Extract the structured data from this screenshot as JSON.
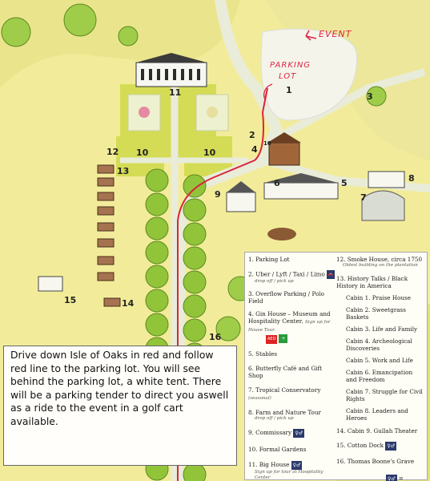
{
  "handwritten": {
    "event": "EVENT",
    "parking_lot_line1": "PARKING",
    "parking_lot_line2": "LOT"
  },
  "map_numbers": {
    "n1": "1",
    "n2": "2",
    "n3": "3",
    "n4": "4",
    "n5": "5",
    "n6": "6",
    "n7": "7",
    "n8": "8",
    "n9": "9",
    "n10a": "10",
    "n10b": "10",
    "n11": "11",
    "n12": "12",
    "n13": "13",
    "n14": "14",
    "n15": "15",
    "n16": "16",
    "n10c": "10"
  },
  "colors": {
    "grass": "#f2ec9a",
    "lawn": "#d4dc55",
    "road": "#e9ecd9",
    "route": "#d8263b",
    "oak": "#92c43a",
    "handwriting": "#e0244a"
  },
  "legend": {
    "left": [
      {
        "text": "1.  Parking Lot"
      },
      {
        "text": "2.  Uber / Lyft / Taxi / Limo",
        "sub": "drop off / pick up"
      },
      {
        "text": "3.  Overflow Parking / Polo Field"
      },
      {
        "text": "4.  Gin House – Museum and Hospitality Center.",
        "sub": "Sign up for House Tour."
      },
      {
        "text": "5.  Stables"
      },
      {
        "text": "6.  Butterfly Café and Gift Shop"
      },
      {
        "text": "7.  Tropical Conservatory",
        "sub": "(seasonal)"
      },
      {
        "text": "8.  Farm and Nature Tour",
        "sub": "drop off / pick up"
      },
      {
        "text": "9.  Commissary"
      },
      {
        "text": "10.  Formal Gardens"
      },
      {
        "text": "11.  Big House",
        "sub": "Sign up for tour at Hospitality Center"
      }
    ],
    "right": [
      {
        "text": "12.  Smoke House, circa 1750",
        "sub": "Oldest building on the plantation"
      },
      {
        "text": "13.  History Talks / Black History in America"
      },
      {
        "text": "Cabin 1.  Praise House"
      },
      {
        "text": "Cabin 2.  Sweetgrass Baskets"
      },
      {
        "text": "Cabin 3.  Life and Family"
      },
      {
        "text": "Cabin 4.  Archeological Discoveries"
      },
      {
        "text": "Cabin 5.  Work and Life"
      },
      {
        "text": "Cabin 6.  Emancipation and Freedom"
      },
      {
        "text": "Cabin 7.  Struggle for Civil Rights"
      },
      {
        "text": "Cabin 8.  Leaders and Heroes"
      },
      {
        "text": "14.  Cabin 9.  Gullah Theater"
      },
      {
        "text": "15.  Cotton Dock"
      },
      {
        "text": "16.  Thomas Boone's Grave"
      }
    ],
    "aed": "AED",
    "first_aid": "+",
    "restrooms": "= Restrooms",
    "rr_glyph": "♀♂"
  },
  "note": {
    "text": "Drive down Isle of Oaks in red and follow red line to the parking lot. You will see behind the parking lot, a white tent. There will be a parking tender to direct you aswell as a ride to the event in a golf cart available."
  }
}
